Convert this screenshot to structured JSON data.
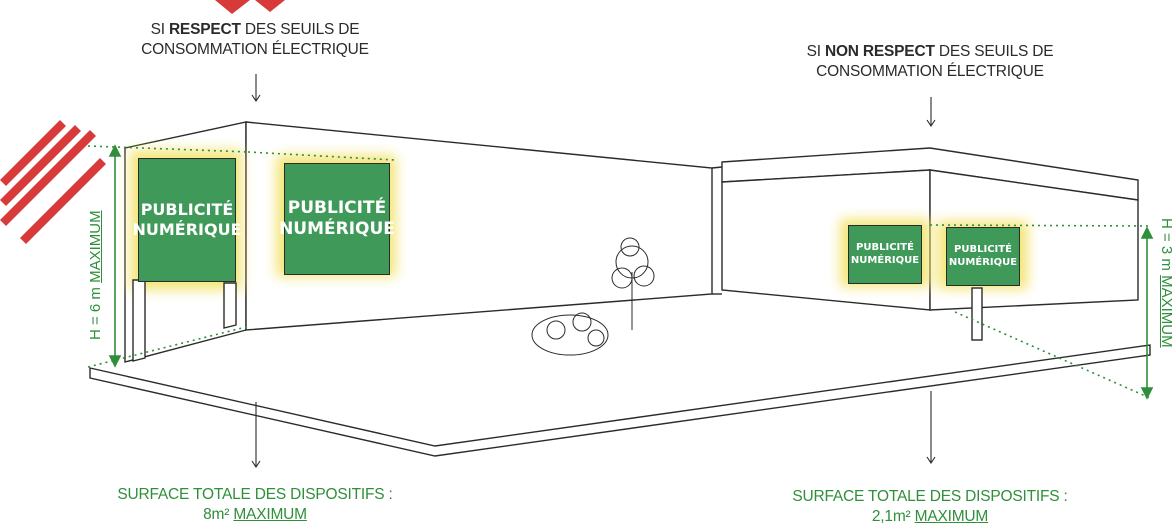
{
  "left_caption": {
    "line1_pre": "SI ",
    "line1_bold": "RESPECT",
    "line1_post": " DES SEUILS DE",
    "line2": "CONSOMMATION ÉLECTRIQUE"
  },
  "right_caption": {
    "line1_pre": "SI ",
    "line1_bold": "NON RESPECT",
    "line1_post": " DES SEUILS DE",
    "line2": "CONSOMMATION ÉLECTRIQUE"
  },
  "left_height": {
    "pre": "H = 6 m ",
    "u": "MAXIMUM"
  },
  "right_height": {
    "pre": "H = 3 m ",
    "u": "MAXIMUM"
  },
  "left_surface": {
    "line1": "SURFACE TOTALE DES DISPOSITIFS :",
    "line2_pre": "8m² ",
    "line2_u": "MAXIMUM"
  },
  "right_surface": {
    "line1": "SURFACE TOTALE DES DISPOSITIFS :",
    "line2_pre": "2,1m² ",
    "line2_u": "MAXIMUM"
  },
  "sign_text": {
    "line1": "PUBLICITÉ",
    "line2": "NUMÉRIQUE"
  },
  "colors": {
    "green_text": "#2f8f3a",
    "sign_fill": "#3f9a5a",
    "glow": "#f3e36a",
    "line": "#2b2b2b"
  }
}
